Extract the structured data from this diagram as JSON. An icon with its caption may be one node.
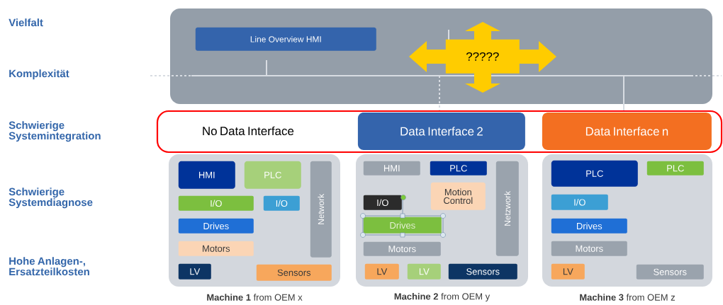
{
  "diagram": {
    "nodes": [
      {
        "text": [],
        "shape": "box"
      },
      {
        "text": [
          "Line Overview HMI"
        ],
        "in": 0
      },
      {
        "text": [
          "?????"
        ],
        "in": 0
      },
      {
        "text": [],
        "shape": "box"
      },
      {
        "text": [
          "No Data Interface"
        ],
        "in": 3
      },
      {
        "text": [
          "Data Interface 2"
        ],
        "in": 3
      },
      {
        "text": [
          "Data Interface n"
        ],
        "in": 3
      },
      {
        "text": [],
        "shape": "box",
        "beside": [
          "**Machine 1** from OEM x"
        ]
      },
      {
        "text": [
          "HMI"
        ],
        "in": 7
      },
      {
        "text": [
          "PLC"
        ],
        "in": 7
      },
      {
        "text": [
          "Network"
        ],
        "in": 7
      },
      {
        "text": [
          "I/O"
        ],
        "in": 7
      },
      {
        "text": [
          "I/O"
        ],
        "in": 7
      },
      {
        "text": [
          "Drives"
        ],
        "in": 7
      },
      {
        "text": [
          "Motors"
        ],
        "in": 7
      },
      {
        "text": [
          "LV"
        ],
        "in": 7
      },
      {
        "text": [
          "Sensors"
        ],
        "in": 7
      },
      {
        "text": [],
        "shape": "box",
        "beside": [
          "**Machine 2** from OEM y"
        ]
      },
      {
        "text": [
          "HMI"
        ],
        "in": 17
      },
      {
        "text": [
          "PLC"
        ],
        "in": 17
      },
      {
        "text": [
          "Netzwork"
        ],
        "in": 17
      },
      {
        "text": [
          "Motion Control"
        ],
        "in": 17
      },
      {
        "text": [
          "I/O"
        ],
        "in": 17
      },
      {
        "text": [
          "Drives"
        ],
        "in": 17
      },
      {
        "text": [
          "Motors"
        ],
        "in": 17
      },
      {
        "text": [
          "LV"
        ],
        "in": 17
      },
      {
        "text": [
          "LV"
        ],
        "in": 17
      },
      {
        "text": [
          "Sensors"
        ],
        "in": 17
      },
      {
        "text": [],
        "shape": "box",
        "beside": [
          "**Machine 3** from OEM z"
        ]
      },
      {
        "text": [
          "PLC"
        ],
        "in": 28
      },
      {
        "text": [
          "PLC"
        ],
        "in": 28
      },
      {
        "text": [
          "I/O"
        ],
        "in": 28
      },
      {
        "text": [
          "Drives"
        ],
        "in": 28
      },
      {
        "text": [
          "Motors"
        ],
        "in": 28
      },
      {
        "text": [
          "LV"
        ],
        "in": 28
      },
      {
        "text": [
          "Sensors"
        ],
        "in": 28
      }
    ],
    "labels": [
      "Vielfalt",
      "Komplexität",
      "Schwierige Systemintegration",
      "Schwierige Systemdiagnose",
      "Hohe Anlagen-, Ersatzteilkosten"
    ]
  }
}
